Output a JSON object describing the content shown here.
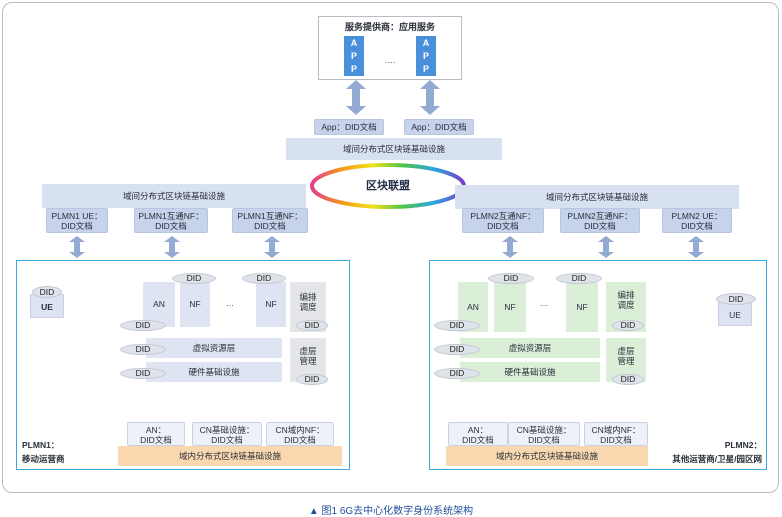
{
  "service_provider": {
    "title": "服务提供商：应用服务",
    "app_letters": [
      "A",
      "P",
      "P"
    ],
    "ellipsis": "…."
  },
  "app_did": {
    "left": "App：DID文档",
    "right": "App：DID文档"
  },
  "inter_domain": {
    "top": "域间分布式区块链基础设施",
    "left": "域间分布式区块链基础设施",
    "right": "域间分布式区块链基础设施"
  },
  "blockchain_alliance": "区块联盟",
  "plmn1": {
    "chips": [
      "PLMN1 UE：\nDID文档",
      "PLMN1互通NF：\nDID文档",
      "PLMN1互通NF：\nDID文档"
    ],
    "ue": "UE",
    "an": "AN",
    "nf": "NF",
    "ellipsis": "…",
    "orchestration": "编排\n调度",
    "virtual_mgmt": "虚层\n管理",
    "virtual_layer": "虚拟资源层",
    "hardware_layer": "硬件基础设施",
    "bottom_chips": [
      "AN：\nDID文档",
      "CN基础设施：\nDID文档",
      "CN域内NF：\nDID文档"
    ],
    "intra_domain": "域内分布式区块链基础设施",
    "label_name": "PLMN1：",
    "label_type": "移动运营商"
  },
  "plmn2": {
    "chips": [
      "PLMN2互通NF：\nDID文档",
      "PLMN2互通NF：\nDID文档",
      "PLMN2 UE：\nDID文档"
    ],
    "ue": "UE",
    "an": "AN",
    "nf": "NF",
    "ellipsis": "…",
    "orchestration": "编排\n调度",
    "virtual_mgmt": "虚层\n管理",
    "virtual_layer": "虚拟资源层",
    "hardware_layer": "硬件基础设施",
    "bottom_chips": [
      "AN：\nDID文档",
      "CN基础设施：\nDID文档",
      "CN域内NF：\nDID文档"
    ],
    "intra_domain": "域内分布式区块链基础设施",
    "label_name": "PLMN2：",
    "label_type": "其他运营商/卫星/园区网"
  },
  "did": "DID",
  "caption": "▲ 图1  6G去中心化数字身份系统架构",
  "colors": {
    "accent_blue": "#3ea7dc",
    "app_blue": "#4a8fd9",
    "orange": "#f9d8b0",
    "mint": "#dbeed7",
    "lavender": "#dfe4f3"
  }
}
